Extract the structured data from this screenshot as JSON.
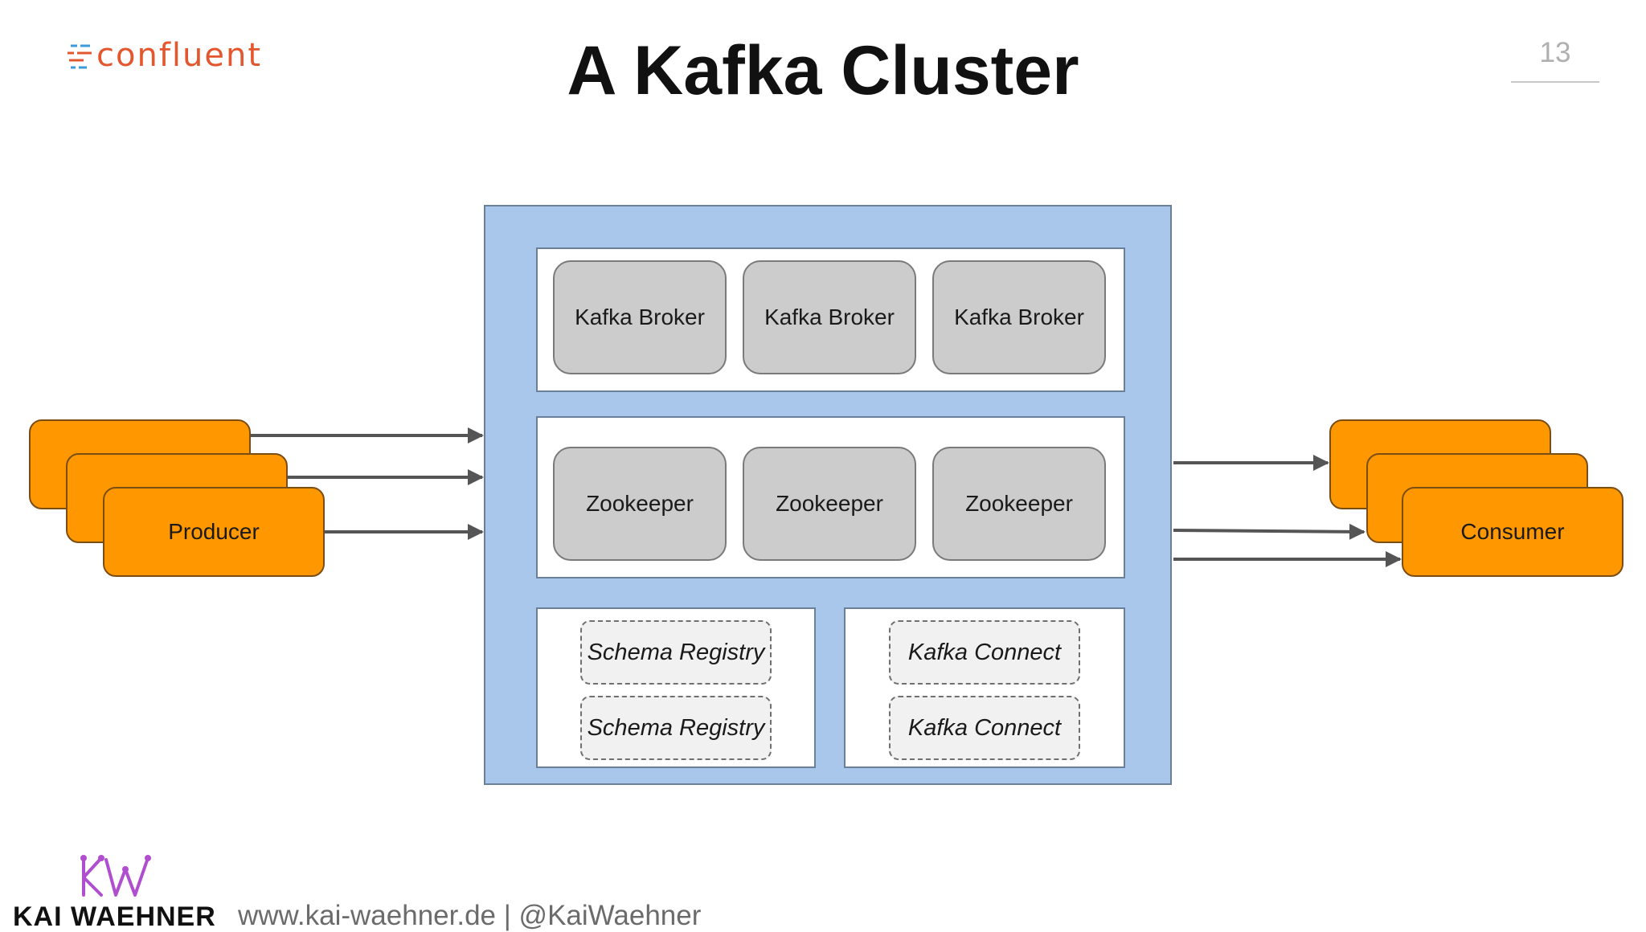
{
  "header": {
    "logo_text": "confluent",
    "title": "A Kafka Cluster",
    "page_number": "13"
  },
  "cluster": {
    "brokers": [
      "Kafka Broker",
      "Kafka Broker",
      "Kafka Broker"
    ],
    "zookeepers": [
      "Zookeeper",
      "Zookeeper",
      "Zookeeper"
    ],
    "schema_registries": [
      "Schema Registry",
      "Schema Registry"
    ],
    "connects": [
      "Kafka Connect",
      "Kafka Connect"
    ]
  },
  "producer": {
    "label": "Producer"
  },
  "consumer": {
    "label": "Consumer"
  },
  "footer": {
    "logo_text": "KW",
    "name": "KAI WAEHNER",
    "site": "www.kai-waehner.de | @KaiWaehner"
  },
  "colors": {
    "cluster_bg": "#a9c6eb",
    "node_gray": "#cccccc",
    "client_orange": "#ff9800",
    "brand_orange": "#e4572e",
    "kw_purple": "#b04ed0"
  }
}
